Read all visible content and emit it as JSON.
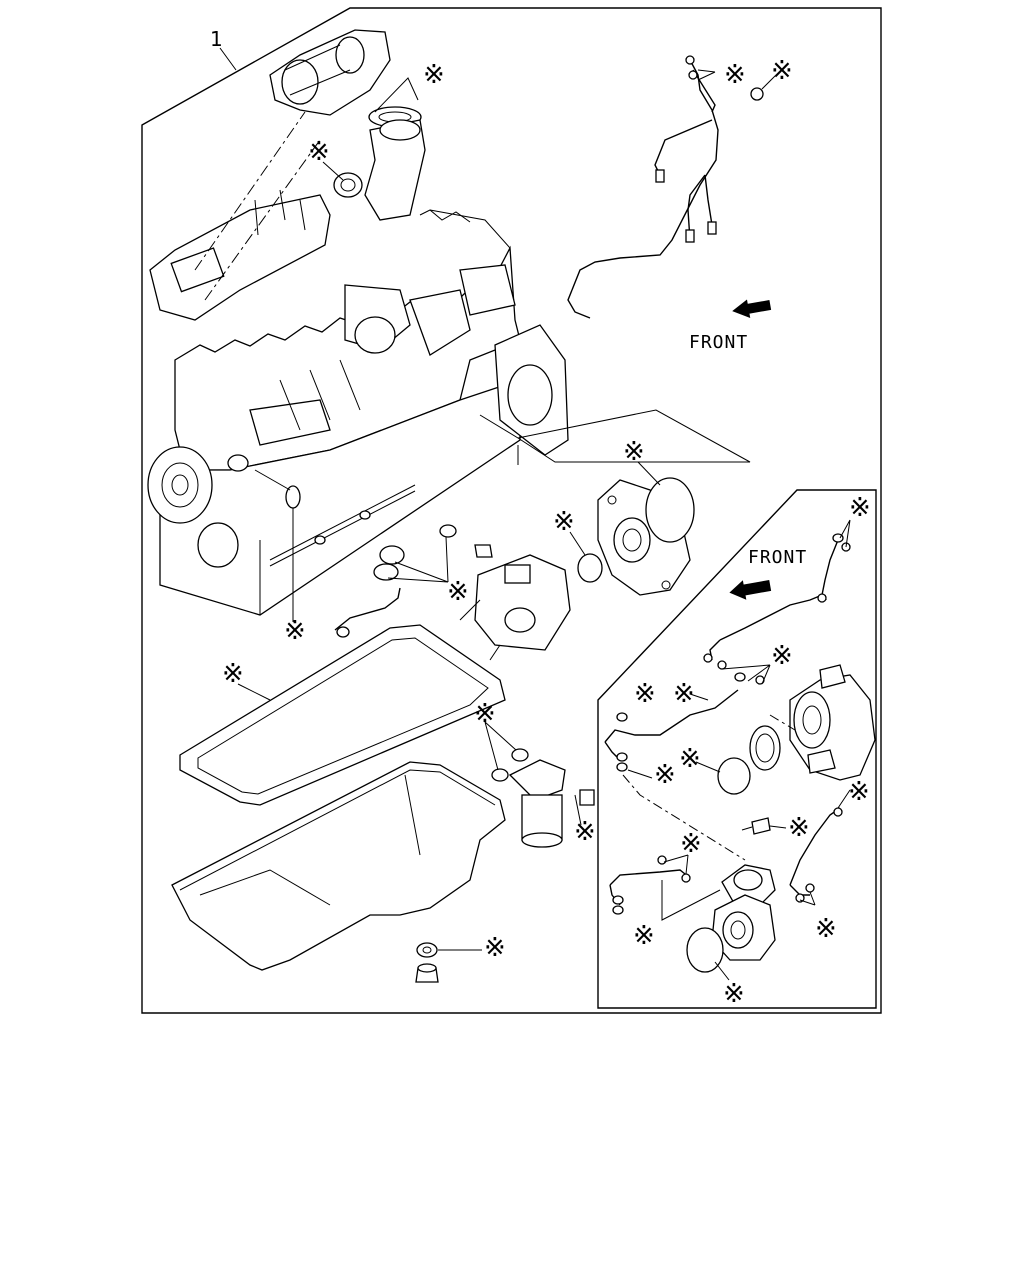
{
  "diagram": {
    "item_number": "1",
    "callout_symbol": "※",
    "front_label_main": "FRONT",
    "front_label_inset": "FRONT"
  }
}
